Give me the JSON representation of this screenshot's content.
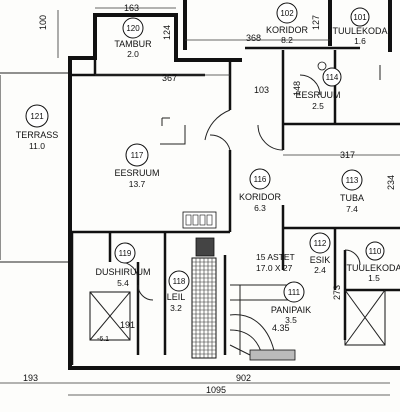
{
  "rooms": [
    {
      "id": "101",
      "name": "TUULEKODA",
      "area": "1.6"
    },
    {
      "id": "102",
      "name": "KORIDOR",
      "area": "8.2"
    },
    {
      "id": "110",
      "name": "TUULEKODA",
      "area": "1.5"
    },
    {
      "id": "111",
      "name": "PANIPAIK",
      "area": "3.5"
    },
    {
      "id": "112",
      "name": "ESIK",
      "area": "2.4"
    },
    {
      "id": "113",
      "name": "TUBA",
      "area": "7.4"
    },
    {
      "id": "114",
      "name": "EESRUUM",
      "area": "2.5"
    },
    {
      "id": "116",
      "name": "KORIDOR",
      "area": "6.3"
    },
    {
      "id": "117",
      "name": "EESRUUM",
      "area": "13.7"
    },
    {
      "id": "118",
      "name": "LEIL",
      "area": "3.2"
    },
    {
      "id": "119",
      "name": "DUSHIRUUM",
      "area": "5.4"
    },
    {
      "id": "120",
      "name": "TAMBUR",
      "area": "2.0"
    },
    {
      "id": "121",
      "name": "TERRASS",
      "area": "11.0"
    }
  ],
  "dimensions": {
    "d163": "163",
    "d100": "100",
    "d124": "124",
    "d127": "127",
    "d368": "368",
    "d367": "367",
    "d148": "148",
    "d103": "103",
    "d317": "317",
    "d234": "234",
    "d273": "273",
    "d191": "191",
    "d193": "193",
    "d902": "902",
    "d1095": "1095",
    "d435": "4.35",
    "d61": "-6.1"
  },
  "stairs": {
    "label": "15 ASTET",
    "size": "17.0 X 27"
  }
}
